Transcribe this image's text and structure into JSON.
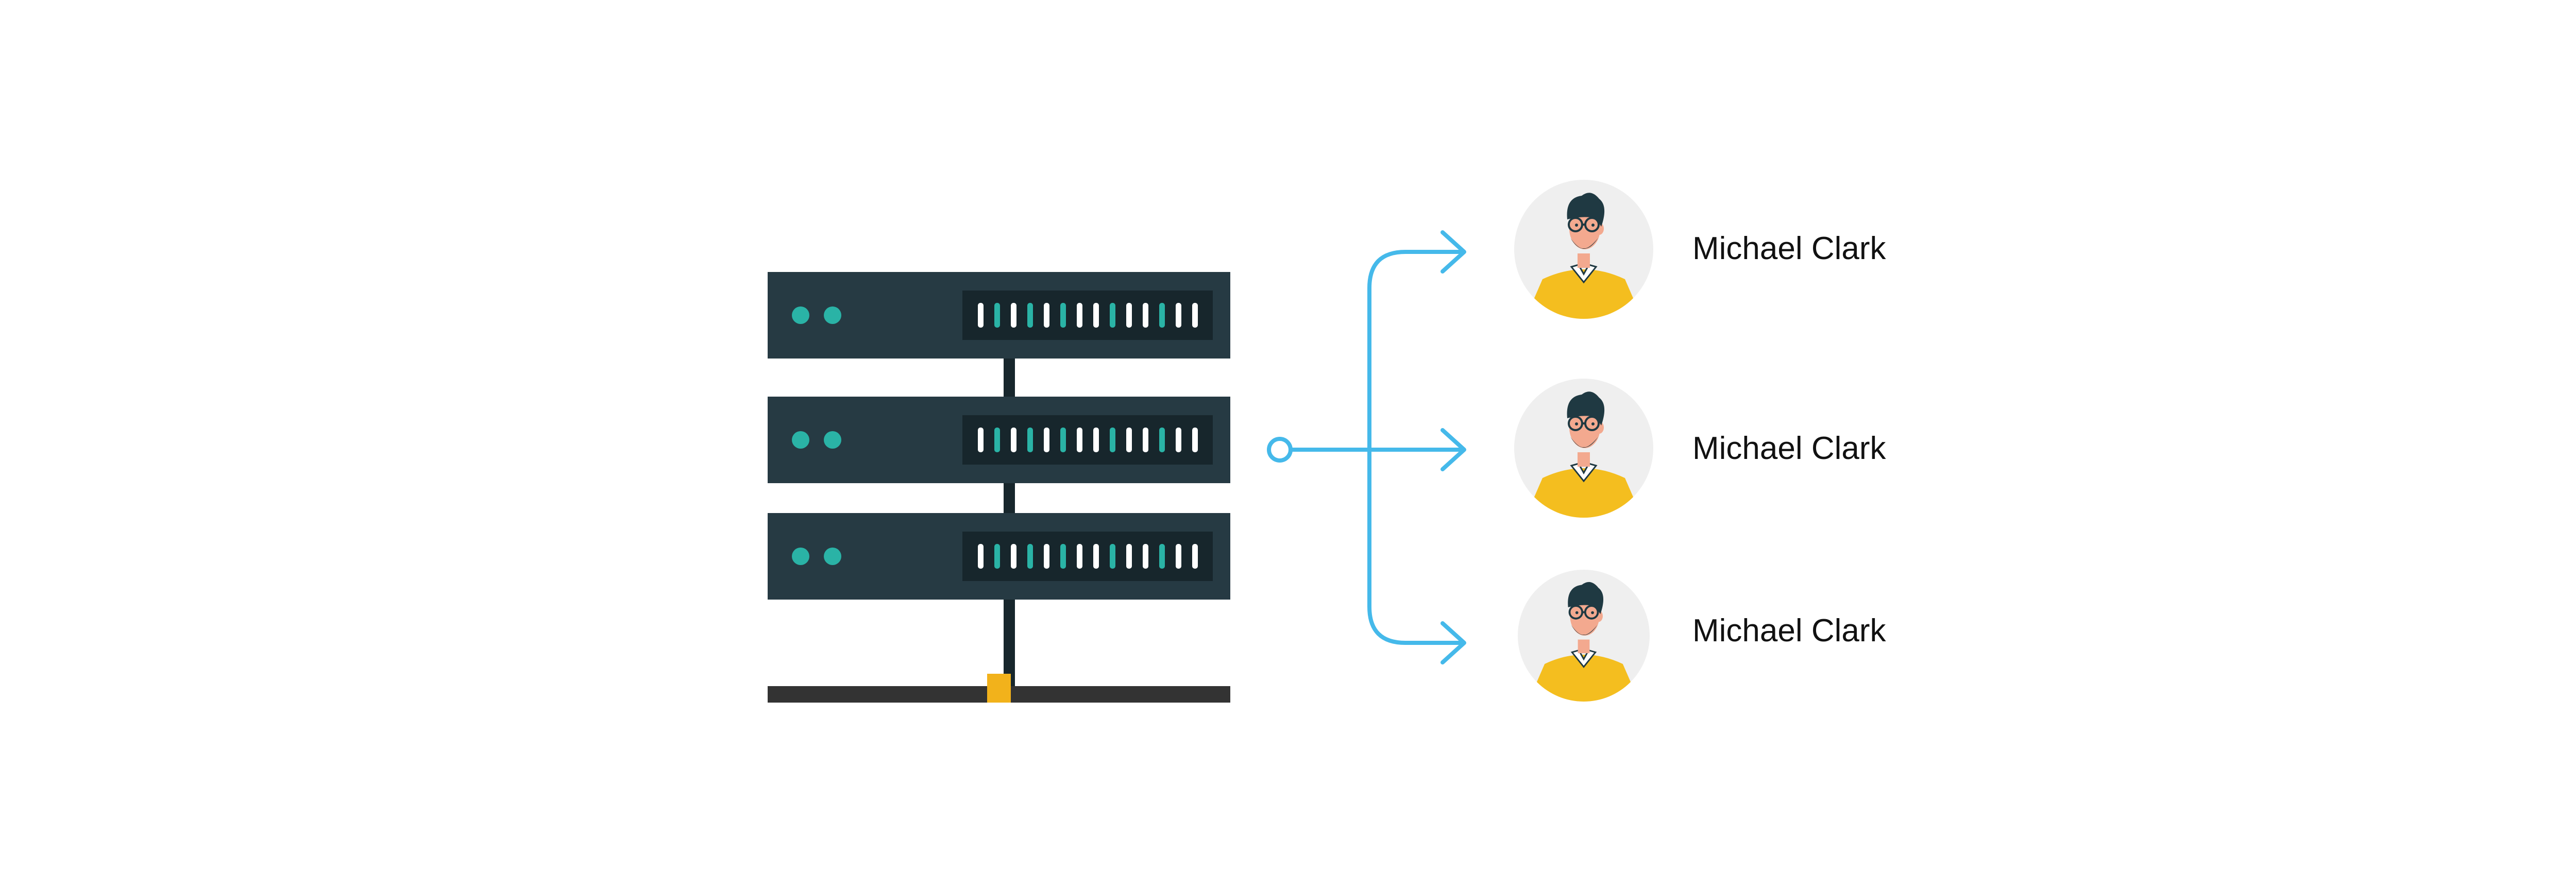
{
  "diagram": {
    "colors": {
      "background": "#ffffff",
      "server_body": "#263a43",
      "server_panel": "#17262c",
      "led": "#2ab3a6",
      "slot_light": "#ffffff",
      "slot_accent": "#2ab3a6",
      "base_bar": "#333333",
      "connector": "#f2b21b",
      "arrow": "#45b9ea",
      "avatar_bg": "#efefef",
      "shirt": "#f4be1f",
      "hair": "#1f3942",
      "skin": "#f3a98f"
    },
    "server": {
      "name": "server-rack",
      "icon": "server-rack-icon",
      "units": 3,
      "leds_per_unit": 2,
      "slots_per_unit": 14
    },
    "connection": {
      "name": "distribution-arrows",
      "icon": "branching-arrow-icon",
      "targets": 3
    },
    "users": [
      {
        "name": "Michael Clark",
        "icon": "user-avatar-icon"
      },
      {
        "name": "Michael Clark",
        "icon": "user-avatar-icon"
      },
      {
        "name": "Michael Clark",
        "icon": "user-avatar-icon"
      }
    ]
  }
}
